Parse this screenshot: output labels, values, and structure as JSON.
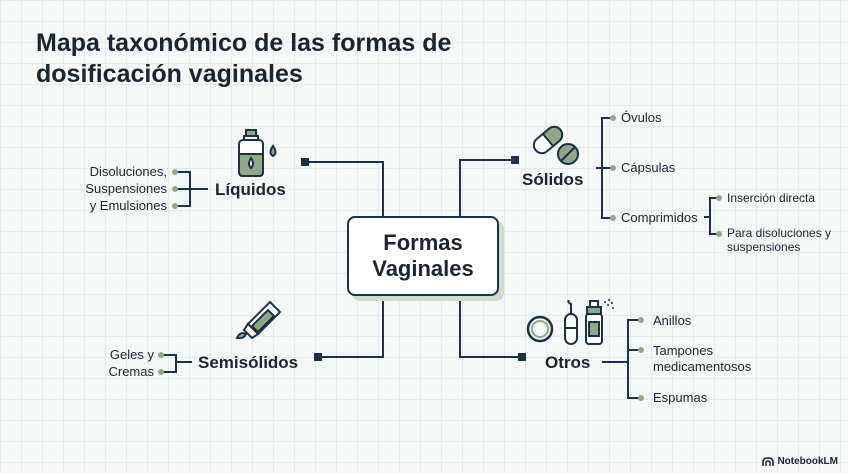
{
  "title": "Mapa taxonómico de las formas de dosificación vaginales",
  "center": "Formas Vaginales",
  "categories": {
    "liquidos": {
      "label": "Líquidos",
      "items": [
        "Disoluciones,",
        "Suspensiones",
        "y Emulsiones"
      ]
    },
    "solidos": {
      "label": "Sólidos",
      "items": [
        "Óvulos",
        "Cápsulas",
        "Comprimidos"
      ],
      "sub": [
        "Inserción directa",
        "Para disoluciones y suspensiones"
      ]
    },
    "semisolidos": {
      "label": "Semisólidos",
      "items": [
        "Geles y",
        "Cremas"
      ]
    },
    "otros": {
      "label": "Otros",
      "items": [
        "Anillos",
        "Tampones medicamentosos",
        "Espumas"
      ]
    }
  },
  "icons": [
    "bottle-icon",
    "pills-icon",
    "tube-icon",
    "ring-icon",
    "tampon-icon",
    "spray-icon"
  ],
  "brand": "NotebookLM",
  "colors": {
    "line": "#1d3144",
    "dot": "#8fa88a",
    "accent_fill": "#8fa88a",
    "shadow": "#cfdccb"
  }
}
